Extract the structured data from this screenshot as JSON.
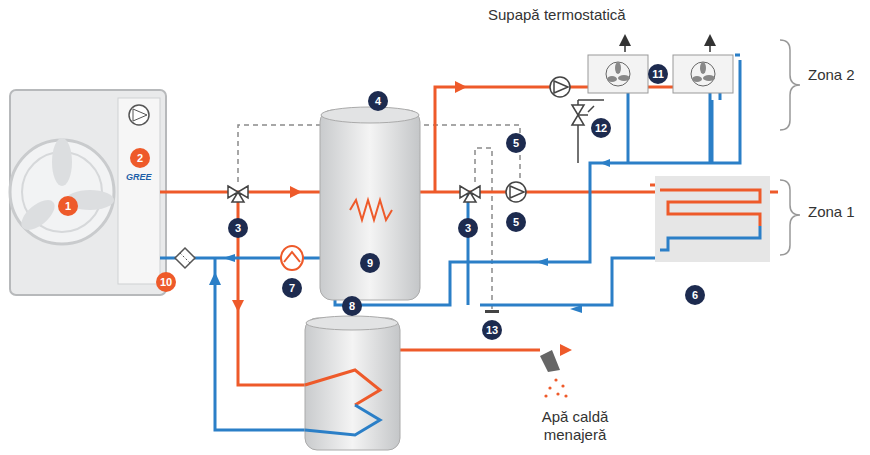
{
  "diagram": {
    "labels": [
      "Supapă termostatică",
      "11",
      "Zona 2",
      "5",
      "12",
      "4",
      "3",
      "3",
      "5",
      "Zona 1",
      "1",
      "2",
      "GREE",
      "10",
      "7",
      "9",
      "6",
      "13",
      "8",
      "Apă caldă menajeră"
    ]
  }
}
